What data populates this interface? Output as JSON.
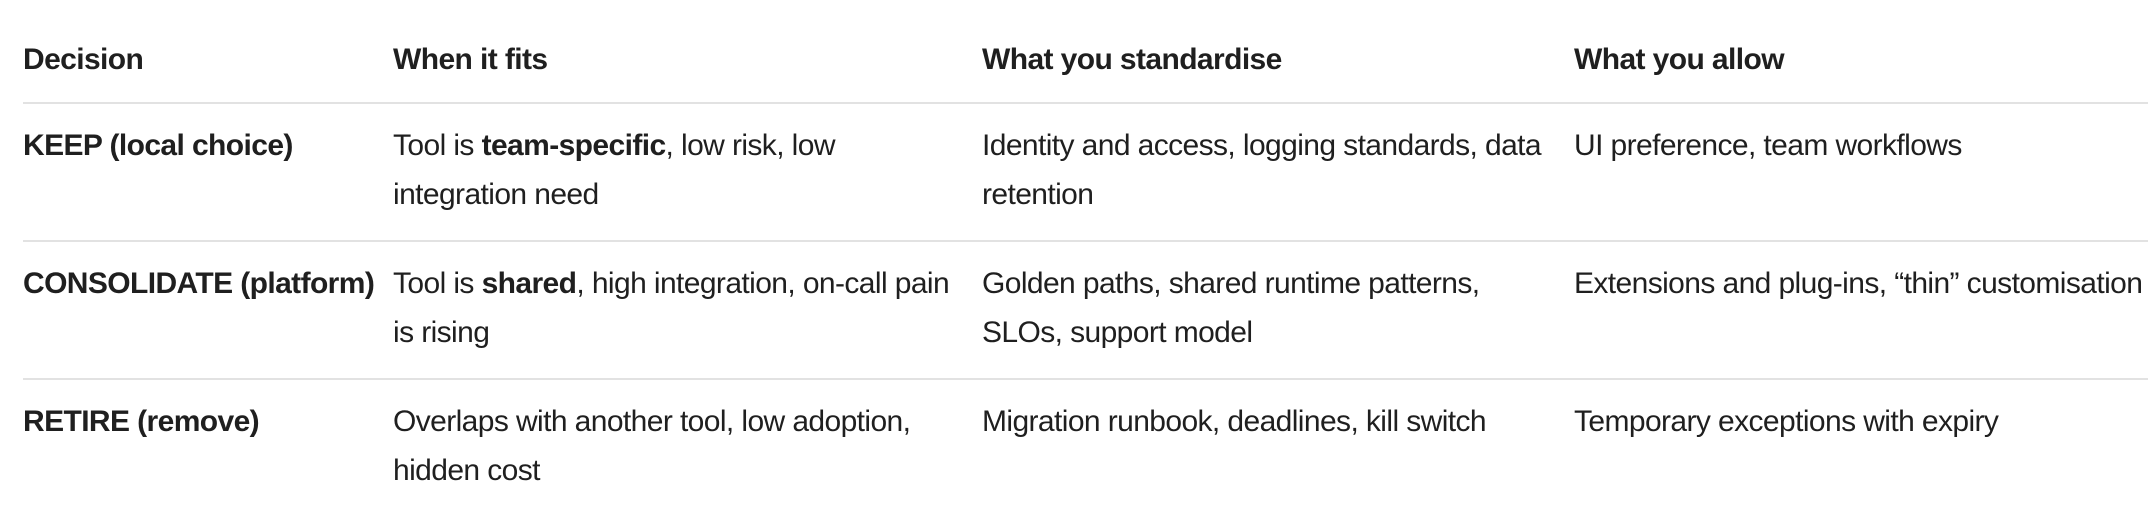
{
  "colors": {
    "background": "#ffffff",
    "text": "#1f1f1f",
    "divider": "#e2e2e2"
  },
  "table": {
    "headers": {
      "decision": "Decision",
      "fit": "When it fits",
      "standardise": "What you standardise",
      "allow": "What you allow"
    },
    "rows": [
      {
        "decision": "KEEP (local choice)",
        "fit_pre": "Tool is ",
        "fit_bold": "team-specific",
        "fit_post": ", low risk, low",
        "fit_line2": "integration need",
        "standardise_line1": "Identity and access, logging standards, data",
        "standardise_line2": "retention",
        "allow": "UI preference, team workflows"
      },
      {
        "decision": "CONSOLIDATE (platform)",
        "fit_pre": "Tool is ",
        "fit_bold": "shared",
        "fit_post": ", high integration, on-call pain",
        "fit_line2": "is rising",
        "standardise_line1": "Golden paths, shared runtime patterns,",
        "standardise_line2": "SLOs, support model",
        "allow": "Extensions and plug-ins, “thin” customisation"
      },
      {
        "decision": "RETIRE (remove)",
        "fit_pre": "Overlaps with another tool, low adoption,",
        "fit_bold": "",
        "fit_post": "",
        "fit_line2": "hidden cost",
        "standardise_line1": "Migration runbook, deadlines, kill switch",
        "standardise_line2": "",
        "allow": "Temporary exceptions with expiry"
      }
    ]
  }
}
